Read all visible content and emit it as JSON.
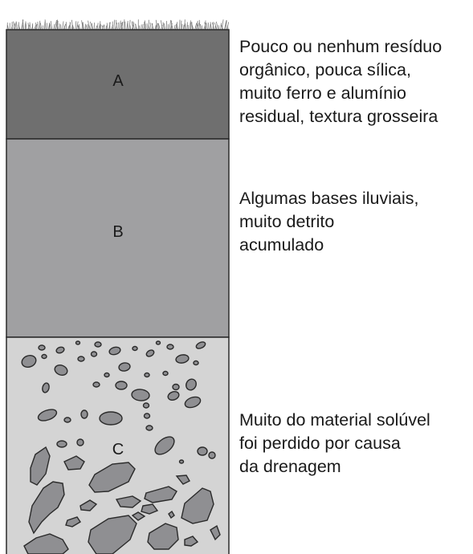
{
  "horizons": [
    {
      "label": "A",
      "description": "Pouco ou nenhum resíduo\norgânico, pouca sílica,\nmuito ferro e alumínio\nresidual, textura grosseira",
      "color": "#6f6f6f"
    },
    {
      "label": "B",
      "description": "Algumas bases iluviais,\nmuito detrito\nacumulado",
      "color": "#a0a0a2"
    },
    {
      "label": "C",
      "description": "Muito do material solúvel\nfoi perdido por causa\nda drenagem",
      "color": "#d4d4d4"
    }
  ],
  "colors": {
    "outline": "#2a2a2a",
    "rock_fill": "#8f8f92",
    "grass": "#7a7a7a",
    "text": "#1a1a1a"
  }
}
